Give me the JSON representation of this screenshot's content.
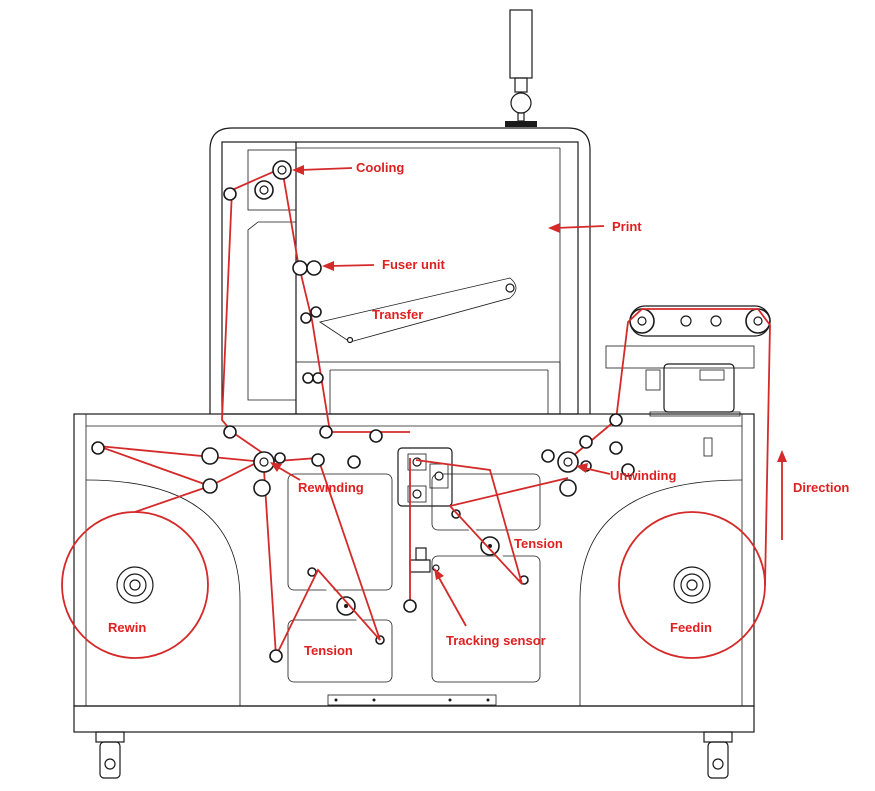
{
  "labels": {
    "cooling": "Cooling",
    "print": "Print",
    "fuser_unit": "Fuser unit",
    "transfer": "Transfer",
    "rewinding": "Rewinding",
    "unwinding": "Unwinding",
    "direction": "Direction",
    "tension_right": "Tension",
    "tension_left": "Tension",
    "tracking_sensor": "Tracking sensor",
    "rewin": "Rewin",
    "feedin": "Feedin"
  },
  "colors": {
    "web_path": "#d42a2a",
    "label_text": "#e02020",
    "machine_outline": "#1a1a1a"
  }
}
